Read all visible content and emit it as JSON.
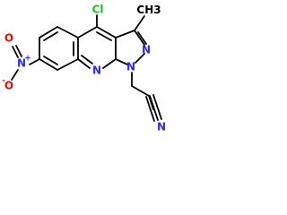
{
  "colors": {
    "bond": "#000000",
    "carbon": "#000000",
    "nitrogen": "#2a2aff",
    "oxygen": "#ff0000",
    "chlorine": "#19c219"
  },
  "atoms": {
    "chlorine": "Cl",
    "methyl": "CH3",
    "nitro_nitrogen": "N",
    "nitro_oxygen_double": "O",
    "nitro_oxygen_single": "O",
    "nitro_charge_plus": "+",
    "nitro_charge_minus": "-",
    "pyrazole_nitrogen_2": "N",
    "pyrazole_nitrogen_1": "N",
    "quinoline_nitrogen": "N",
    "nitrile_nitrogen": "N"
  }
}
